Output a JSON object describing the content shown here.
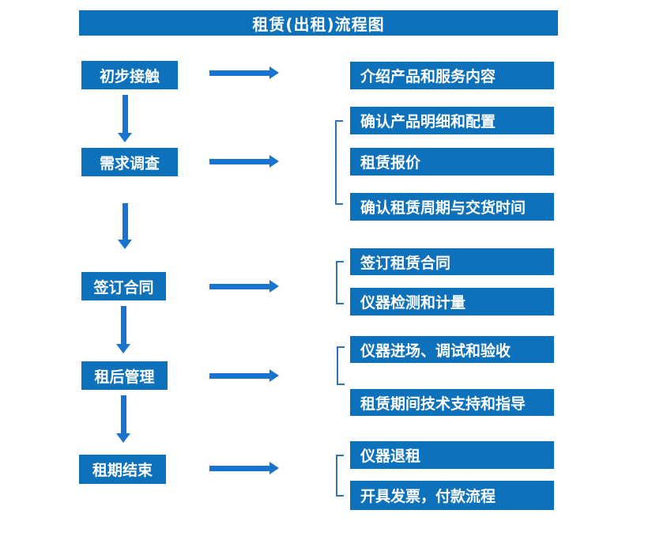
{
  "title": "租赁(出租)流程图",
  "colors": {
    "box_blue": "#0E71BC",
    "arrow_blue": "#1874CE",
    "bracket_blue": "#2E74B5",
    "text_white": "#FFFFFF"
  },
  "steps": [
    {
      "label": "初步接触",
      "details": [
        "介绍产品和服务内容"
      ]
    },
    {
      "label": "需求调查",
      "details": [
        "确认产品明细和配置",
        "租赁报价",
        "确认租赁周期与交货时间"
      ]
    },
    {
      "label": "签订合同",
      "details": [
        "签订租赁合同",
        "仪器检测和计量"
      ]
    },
    {
      "label": "租后管理",
      "details": [
        "仪器进场、调试和验收",
        "租赁期间技术支持和指导"
      ]
    },
    {
      "label": "租期结束",
      "details": [
        "仪器退租",
        "开具发票，付款流程"
      ]
    }
  ]
}
